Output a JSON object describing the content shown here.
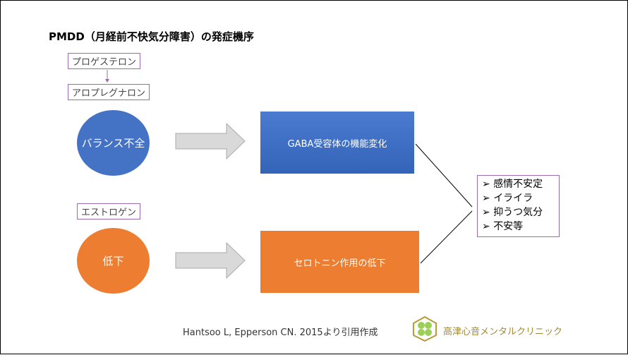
{
  "title": "PMDD（月経前不快気分障害）の発症機序",
  "labels": {
    "progesterone": "プロゲステロン",
    "allopregnanolone": "アロプレグナロン",
    "estrogen": "エストロゲン"
  },
  "circles": {
    "imbalance": "バランス不全",
    "decrease": "低下"
  },
  "boxes": {
    "gaba": "GABA受容体の機能変化",
    "serotonin": "セロトニン作用の低下"
  },
  "symptoms": [
    "感情不安定",
    "イライラ",
    "抑うつ気分",
    "不安等"
  ],
  "citation": "Hantsoo L, Epperson CN. 2015より引用作成",
  "clinic": "高津心音メンタルクリニック",
  "colors": {
    "blue": "#4472c4",
    "orange": "#ed7d31",
    "purple": "#9b6bb5"
  }
}
